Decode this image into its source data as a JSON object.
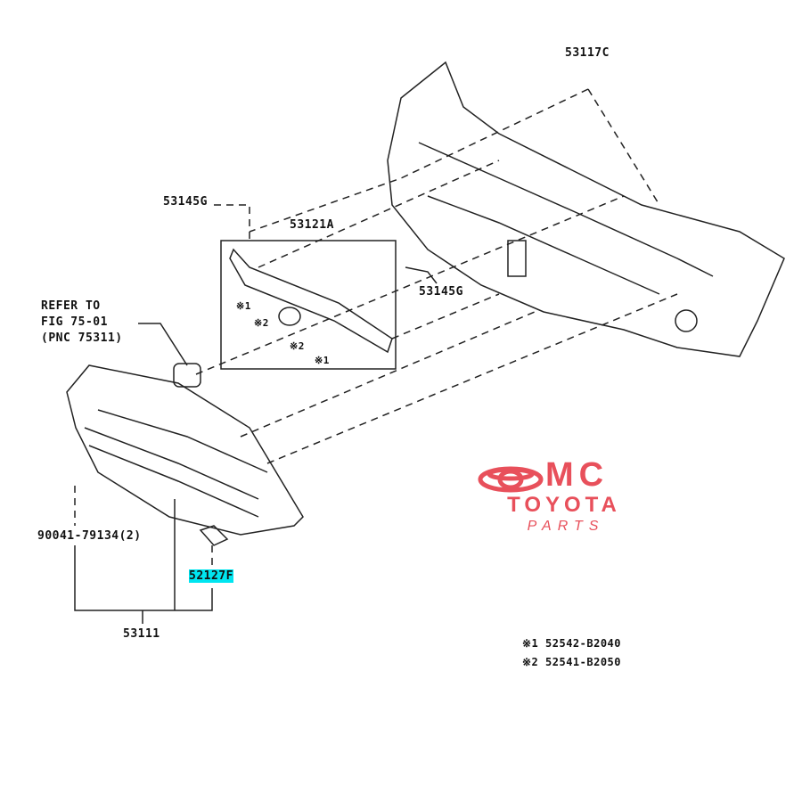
{
  "labels": {
    "p53117c": "53117C",
    "p53145g_top": "53145G",
    "p53121a": "53121A",
    "p53145g_right": "53145G",
    "refer_line1": "REFER TO",
    "refer_line2": "FIG 75-01",
    "refer_line3": "(PNC 75311)",
    "box_note1_a": "※1",
    "box_note2_a": "※2",
    "box_note2_b": "※2",
    "box_note1_b": "※1",
    "p90041": "90041-79134(2)",
    "p52127f": "52127F",
    "p53111": "53111"
  },
  "notes": [
    {
      "mark": "※1",
      "part": "52542-B2040"
    },
    {
      "mark": "※2",
      "part": "52541-B2050"
    }
  ],
  "logo": {
    "line1": "MC",
    "line2": "TOYOTA",
    "line3": "PARTS",
    "color": "#e8505b"
  },
  "highlight_color": "#00e5f0"
}
